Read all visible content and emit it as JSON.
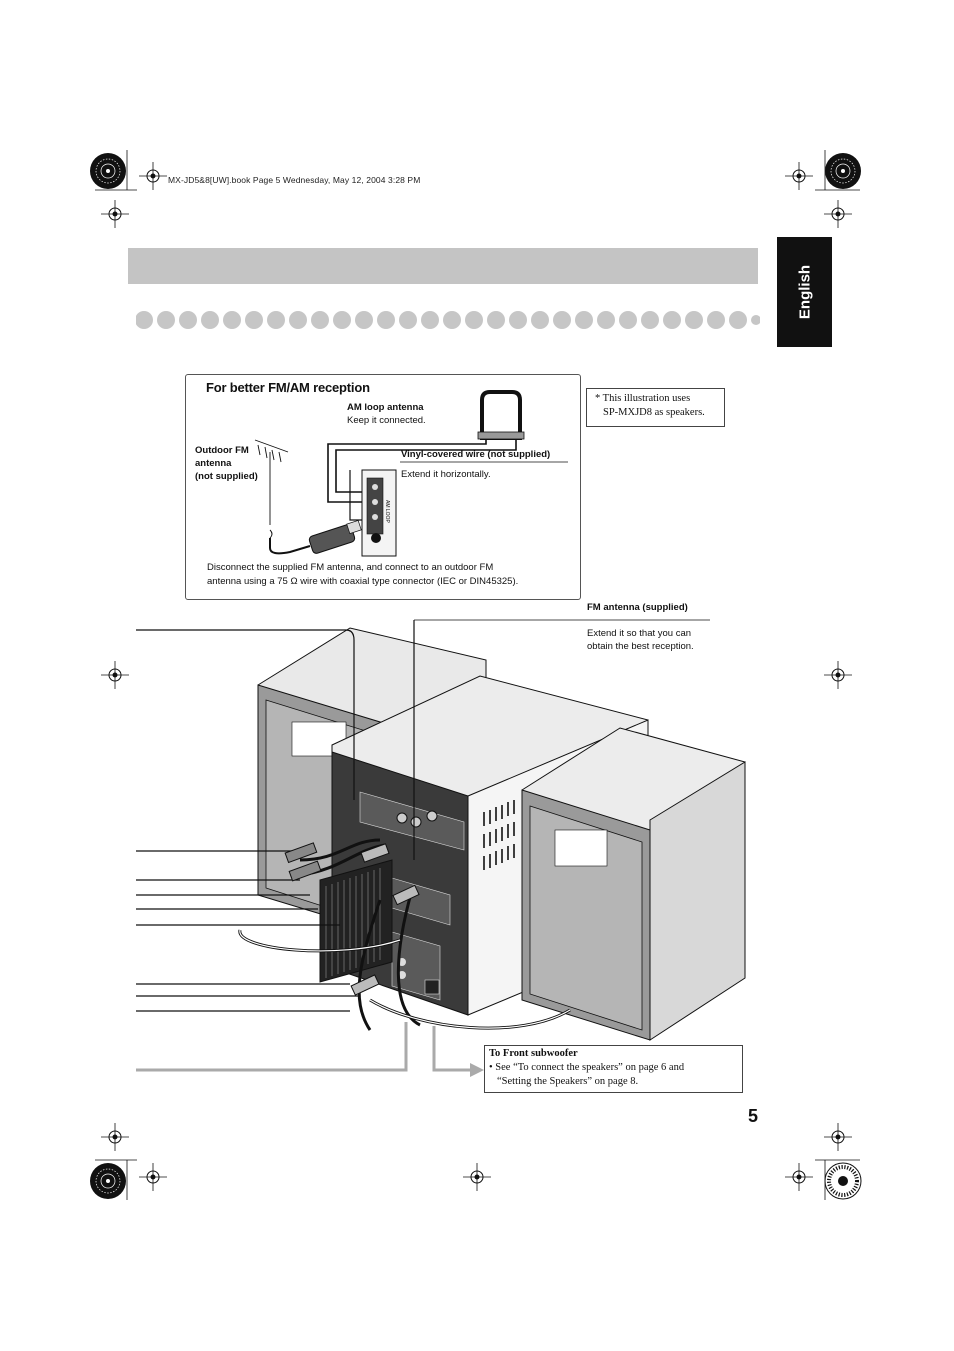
{
  "header": {
    "book_line": "MX-JD5&8[UW].book  Page 5  Wednesday, May 12, 2004  3:28 PM"
  },
  "language_tab": "English",
  "reception_box": {
    "title": "For better FM/AM reception",
    "am_loop_label": "AM loop antenna",
    "am_loop_note": "Keep it connected.",
    "outdoor_fm_line1": "Outdoor FM",
    "outdoor_fm_line2": "antenna",
    "outdoor_fm_line3": "(not supplied)",
    "vinyl_wire_label": "Vinyl-covered wire (not supplied)",
    "vinyl_wire_note": "Extend it horizontally.",
    "disconnect_line1": "Disconnect the supplied FM antenna, and connect to an outdoor FM",
    "disconnect_line2": "antenna using a 75 Ω wire with coaxial type connector (IEC or DIN45325)."
  },
  "note": {
    "line1": "* This illustration uses",
    "line2": "SP-MXJD8 as speakers."
  },
  "fm_antenna": {
    "label": "FM antenna (supplied)",
    "note_line1": "Extend it so that you can",
    "note_line2": "obtain the best reception."
  },
  "subwoofer": {
    "title": "To Front subwoofer",
    "line1": "• See “To connect the speakers” on page 6 and",
    "line2": "“Setting the Speakers” on page 8."
  },
  "page_number": "5"
}
